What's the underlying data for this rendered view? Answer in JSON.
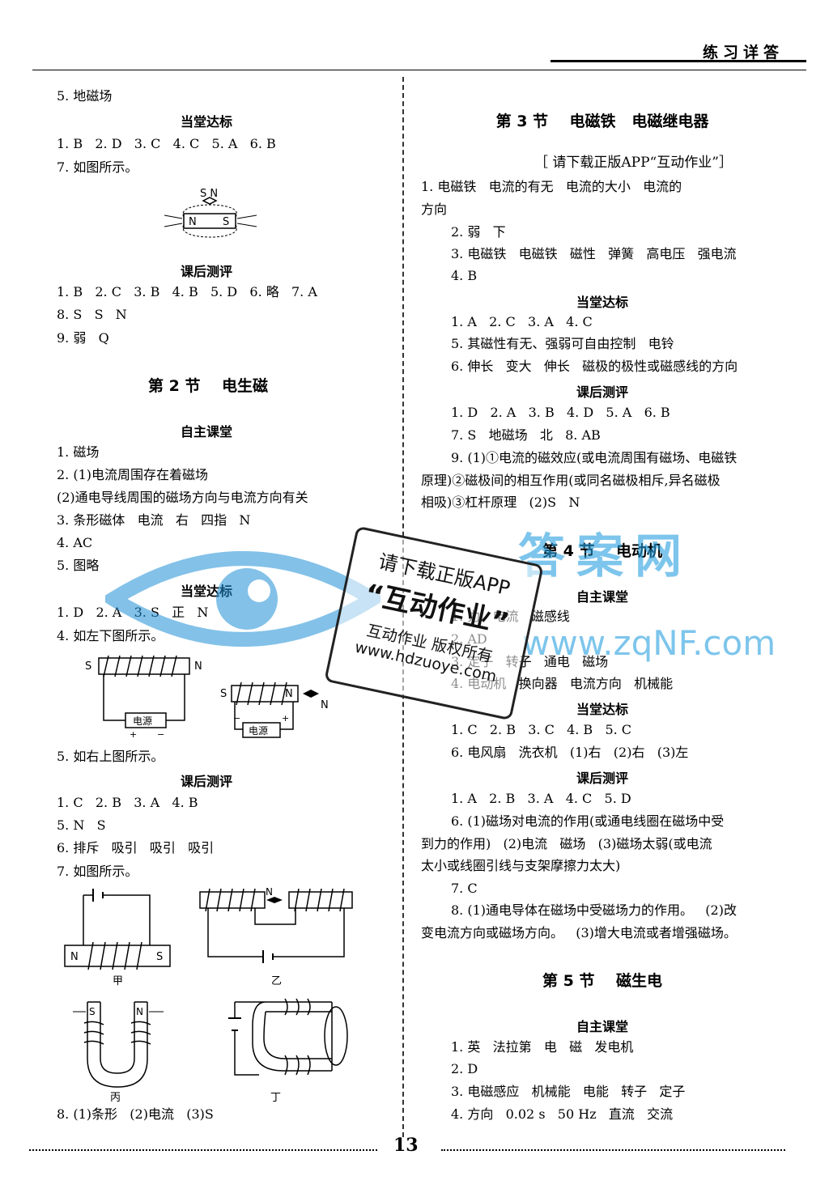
{
  "header": {
    "title": "练习详答",
    "page_number": "13"
  },
  "left": {
    "l1": "5. 地磁场",
    "h1": "当堂达标",
    "l2": "1. B   2. D   3. C   4. C   5. A   6. B",
    "l3": "7. 如图所示。",
    "h2": "课后测评",
    "l4": "1. B   2. C   3. B   4. B   5. D   6. 略   7. A",
    "l5": "8. S   S   N",
    "l6": "9. 弱   Q",
    "sec2": "第 2 节    电生磁",
    "h3": "自主课堂",
    "l7": "1. 磁场",
    "l8": "2. (1)电流周围存在着磁场",
    "l9": "(2)通电导线周围的磁场方向与电流方向有关",
    "l10": "3. 条形磁体   电流   右   四指   N",
    "l11": "4. AC",
    "l12": "5. 图略",
    "h4": "当堂达标",
    "l13": "1. D   2. A   3. S   正   N",
    "l14": "4. 如左下图所示。",
    "l15": "5. 如右上图所示。",
    "h5": "课后测评",
    "l16": "1. C   2. B   3. A   4. B",
    "l17": "5. N   S",
    "l18": "6. 排斥   吸引   吸引   吸引",
    "l19": "7. 如图所示。",
    "l20": "8. (1)条形   (2)电流   (3)S"
  },
  "right": {
    "sec3": "第 3 节    电磁铁   电磁继电器",
    "banner": "［ 请下载正版APP“互动作业”］",
    "h_zz": "自主课堂",
    "r1": "1. 电磁铁   电流的有无   电流的大小   电流的",
    "r2": "方向",
    "r3": "2. 弱   下",
    "r4": "3. 电磁铁   电磁铁   磁性   弹簧   高电压   强电流",
    "r5": "4. B",
    "h1": "当堂达标",
    "r6": "1. A   2. C   3. A   4. C",
    "r7": "5. 其磁性有无、强弱可自由控制   电铃",
    "r8": "6. 伸长   变大   伸长   磁极的极性或磁感线的方向",
    "h2": "课后测评",
    "r9": "1. D   2. A   3. B   4. D   5. A   6. B",
    "r10": "7. S   地磁场   北   8. AB",
    "r11": "9. (1)①电流的磁效应(或电流周围有磁场、电磁铁",
    "r12": "原理)②磁极间的相互作用(或同名磁极相斥,异名磁极",
    "r13": "相吸)③杠杆原理   (2)S   N",
    "sec4": "第 4 节    电动机",
    "h3": "自主课堂",
    "r14": "1. 力   电流   磁感线",
    "r15": "2. AD",
    "r16": "3. 定子   转子   通电   磁场",
    "r17": "4. 电动机   换向器   电流方向   机械能",
    "h4": "当堂达标",
    "r18": "1. C   2. B   3. C   4. B   5. C",
    "r19": "6. 电风扇   洗衣机   (1)右   (2)右   (3)左",
    "h5": "课后测评",
    "r20": "1. A   2. B   3. A   4. C   5. D",
    "r21": "6. (1)磁场对电流的作用(或通电线圈在磁场中受",
    "r22": "到力的作用)   (2)电流   磁场   (3)磁场太弱(或电流",
    "r23": "太小或线圈引线与支架摩擦力太大)",
    "r24": "7. C",
    "r25": "8. (1)通电导体在磁场中受磁场力的作用。   (2)改",
    "r26": "变电流方向或磁场方向。   (3)增大电流或者增强磁场。",
    "sec5": "第 5 节    磁生电",
    "h6": "自主课堂",
    "r27": "1. 英   法拉第   电   磁   发电机",
    "r28": "2. D",
    "r29": "3. 电磁感应   机械能   电能   转子   定子",
    "r30": "4. 方向   0.02 s   50 Hz   直流   交流"
  },
  "figures": {
    "magnet_top_label": "S N",
    "magnet_n": "N",
    "magnet_s": "S",
    "s": "S",
    "n": "N",
    "power": "电源",
    "plus": "+",
    "minus": "−",
    "jia": "甲",
    "yi": "乙",
    "bing": "丙",
    "ding": "丁"
  },
  "watermark": {
    "stamp_line1": "请下载正版APP",
    "stamp_line2": "“互动作业”",
    "stamp_line3": "互动作业 版权所有",
    "stamp_line4": "www.hdzuoye.com",
    "brand": "答案网",
    "url": "www.zqNF.com"
  }
}
